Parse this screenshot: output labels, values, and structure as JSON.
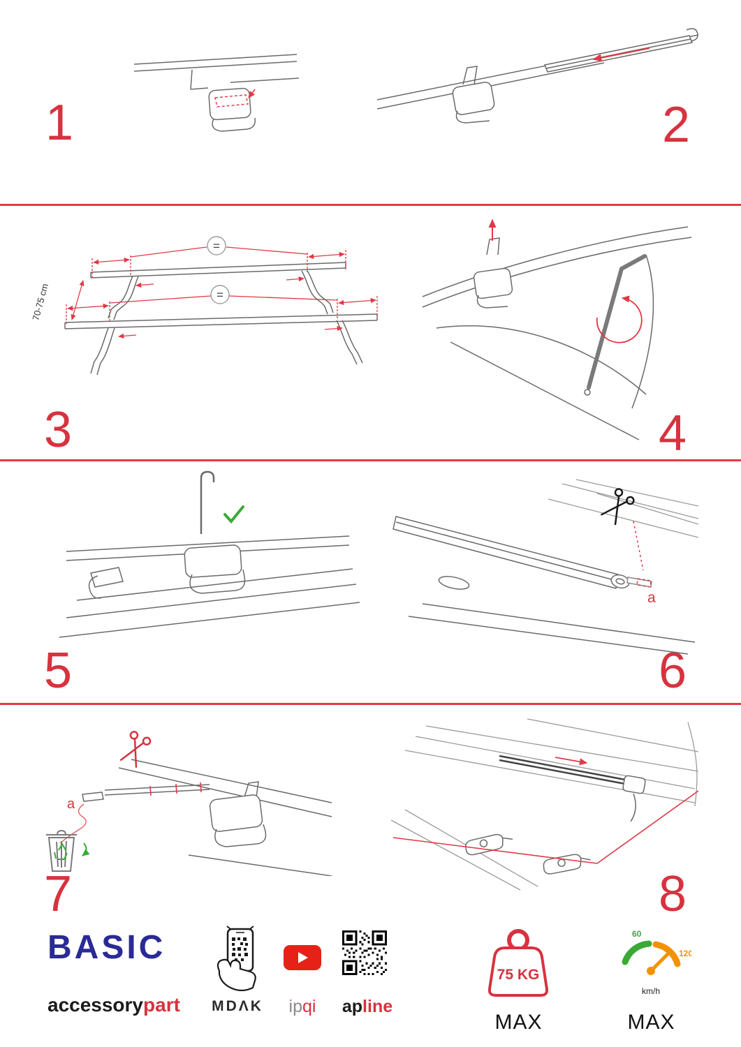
{
  "colors": {
    "accent_red": "#d6333f",
    "brand_blue": "#2a2a96",
    "green": "#3aaa35",
    "orange": "#f39200"
  },
  "steps": {
    "s1": {
      "number": "1"
    },
    "s2": {
      "number": "2"
    },
    "s3": {
      "number": "3",
      "dimension": "70-75 cm",
      "equal_top": "=",
      "equal_bottom": "="
    },
    "s4": {
      "number": "4"
    },
    "s5": {
      "number": "5"
    },
    "s6": {
      "number": "6",
      "label_a": "a"
    },
    "s7": {
      "number": "7",
      "label_a": "a"
    },
    "s8": {
      "number": "8"
    }
  },
  "footer": {
    "brand": {
      "title": "BASIC",
      "sub_black": "accessory",
      "sub_red": "part"
    },
    "mdak_label": "MDΛK",
    "ipqi": {
      "gray": "ip",
      "red": "qi"
    },
    "apline": {
      "dark": "ap",
      "red": "line"
    },
    "weight": {
      "value": "75 KG",
      "max": "MAX"
    },
    "speed": {
      "low": "60",
      "high": "120",
      "unit": "km/h",
      "max": "MAX"
    }
  }
}
